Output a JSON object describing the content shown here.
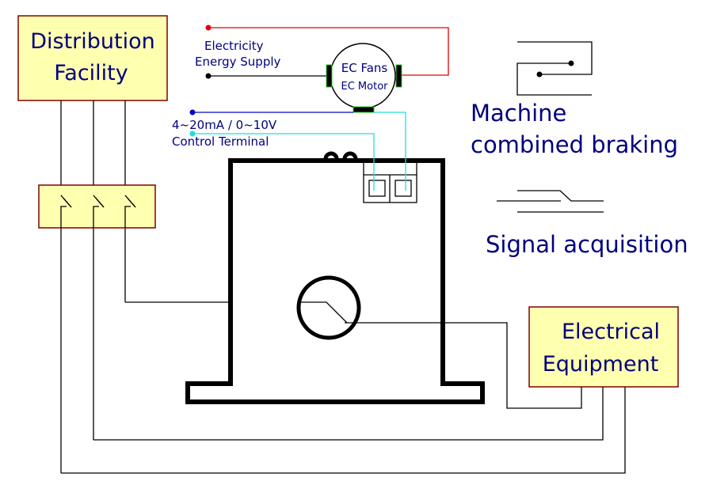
{
  "distribution": {
    "line1": "Distribution",
    "line2": "Facility"
  },
  "supply": {
    "line1": "Electricity",
    "line2": "Energy Supply"
  },
  "motor": {
    "title": "EC Fans",
    "subtitle": "EC Motor"
  },
  "control": {
    "line1": "4~20mA / 0~10V",
    "line2": "Control Terminal"
  },
  "braking": {
    "line1": "Machine",
    "line2": "combined braking"
  },
  "signal": {
    "label": "Signal acquisition"
  },
  "equipment": {
    "line1": "Electrical",
    "line2": "Equipment"
  },
  "colors": {
    "text": "#00007f",
    "box_fill": "#ffffb0",
    "box_border": "#800000",
    "supply_red": "#e00000",
    "control_blue": "#0000cc",
    "control_cyan": "#22dddd",
    "motor_terminal_green": "#22cc22"
  }
}
